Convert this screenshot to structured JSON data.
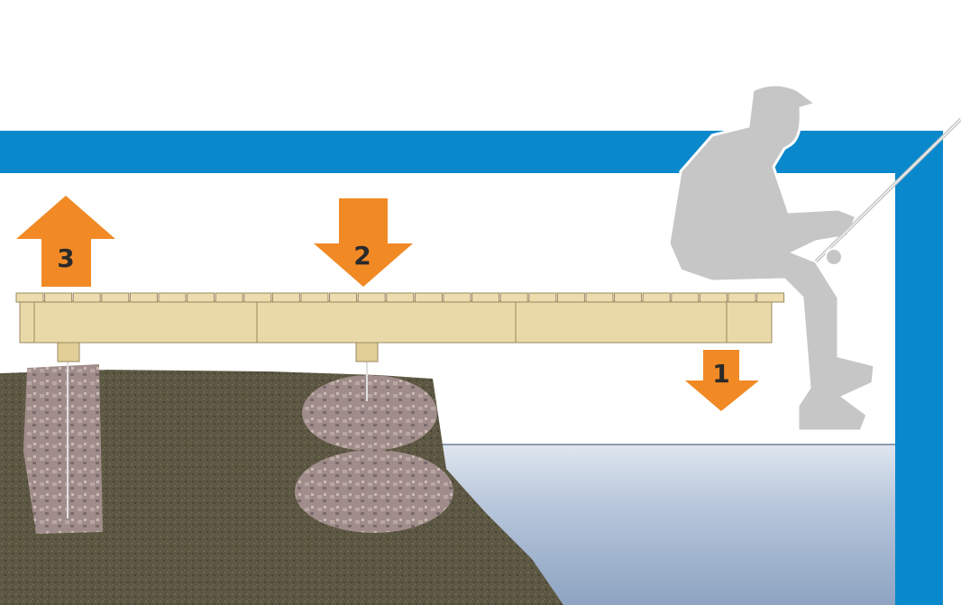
{
  "labels": {
    "arrow_1": "1",
    "arrow_2": "2",
    "arrow_3": "3"
  },
  "colors": {
    "frame_blue": "#0a88cc",
    "arrow_orange": "#f18a25",
    "wood": "#ead9a8",
    "ground": "#5c5742",
    "water": "#b9c8dc",
    "figure_gray": "#c6c6c6"
  }
}
